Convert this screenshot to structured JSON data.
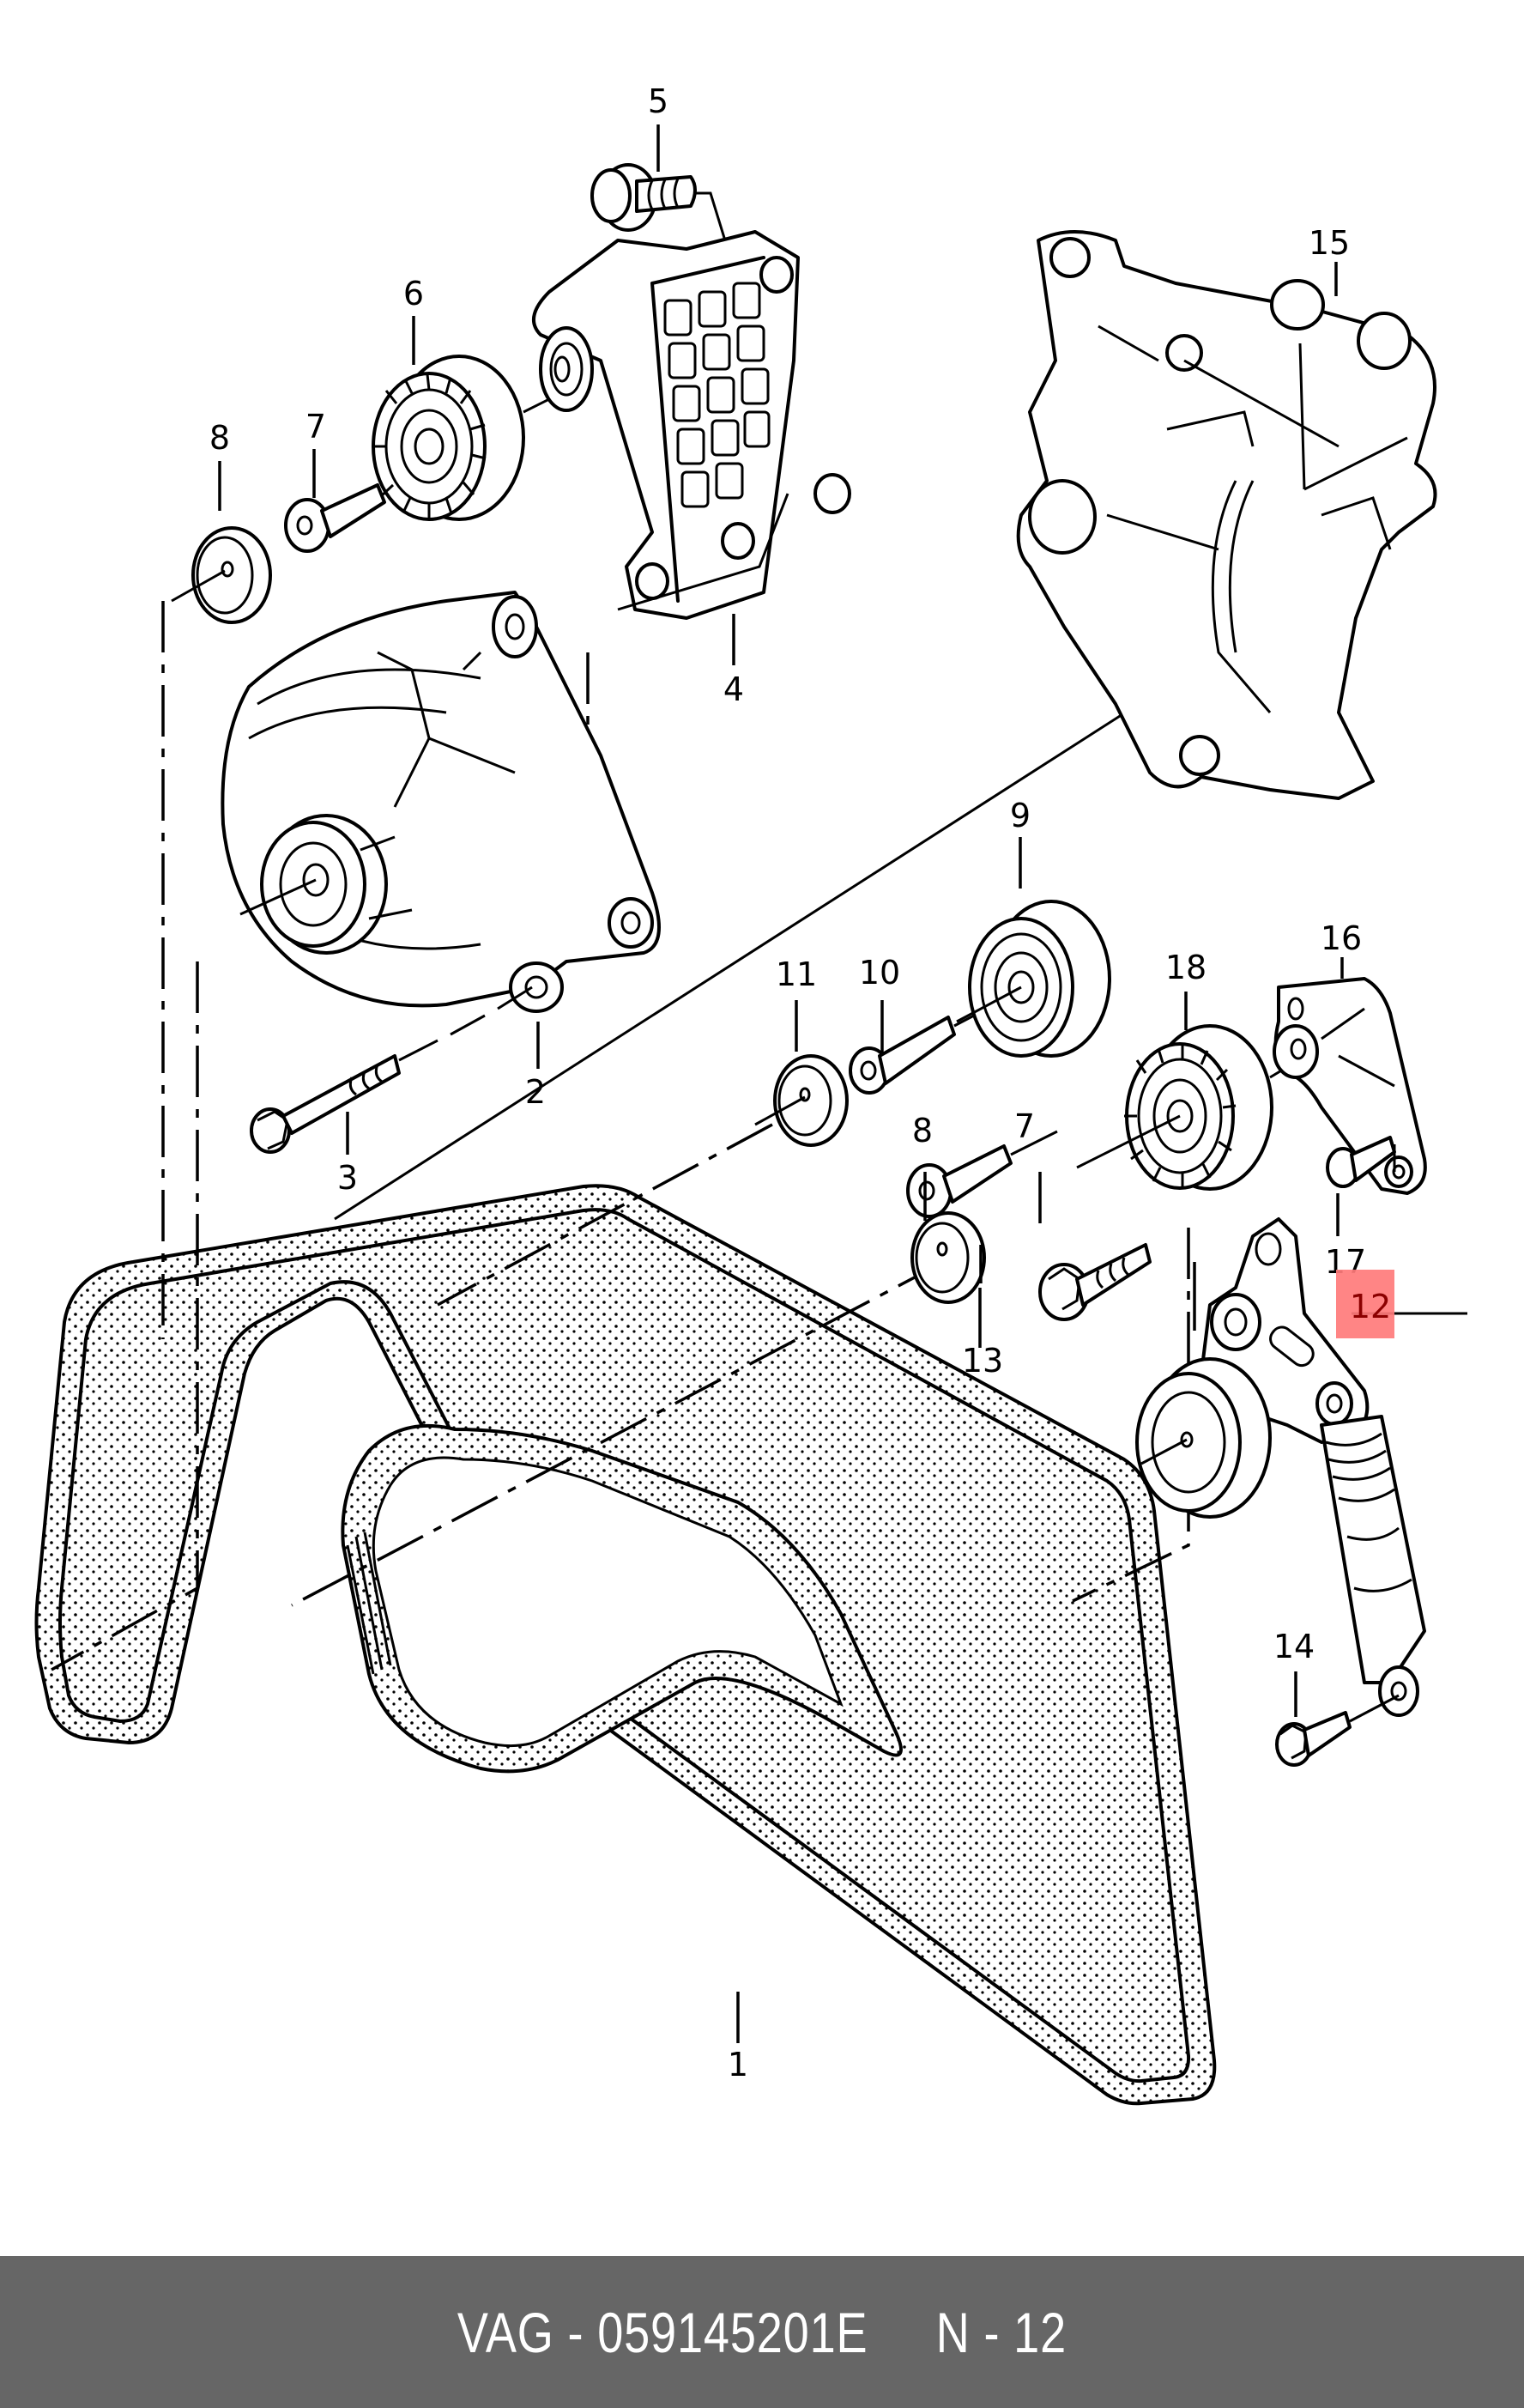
{
  "diagram": {
    "title": "Accessory belt drive exploded view",
    "highlight_color": "#ff7b7b",
    "highlighted_callout": "12",
    "callouts": [
      {
        "id": "1",
        "label": "1",
        "part": "poly-v-belt"
      },
      {
        "id": "2",
        "label": "2",
        "part": "alternator"
      },
      {
        "id": "3",
        "label": "3",
        "part": "alternator-bolt"
      },
      {
        "id": "4",
        "label": "4",
        "part": "alternator-bracket"
      },
      {
        "id": "5",
        "label": "5",
        "part": "bracket-bolt"
      },
      {
        "id": "6",
        "label": "6",
        "part": "idler-pulley"
      },
      {
        "id": "7a",
        "label": "7",
        "part": "pulley-bolt"
      },
      {
        "id": "8a",
        "label": "8",
        "part": "cover-cap"
      },
      {
        "id": "9",
        "label": "9",
        "part": "idler-pulley"
      },
      {
        "id": "10",
        "label": "10",
        "part": "pulley-bolt"
      },
      {
        "id": "11",
        "label": "11",
        "part": "cover-cap"
      },
      {
        "id": "7b",
        "label": "7",
        "part": "pulley-bolt"
      },
      {
        "id": "8b",
        "label": "8",
        "part": "cover-cap"
      },
      {
        "id": "12",
        "label": "12",
        "part": "tensioner"
      },
      {
        "id": "13",
        "label": "13",
        "part": "tensioner-bolt"
      },
      {
        "id": "14",
        "label": "14",
        "part": "damper-bolt"
      },
      {
        "id": "15",
        "label": "15",
        "part": "accessory-bracket"
      },
      {
        "id": "16",
        "label": "16",
        "part": "pulley-bracket"
      },
      {
        "id": "17",
        "label": "17",
        "part": "bracket-bolt"
      },
      {
        "id": "18",
        "label": "18",
        "part": "idler-pulley"
      }
    ]
  },
  "footer": {
    "brand": "VAG",
    "separator": " - ",
    "part_number": "059145201E",
    "ref_prefix": "N",
    "ref_number": "12",
    "text": "VAG - 059145201E     N - 12",
    "background": "#666666"
  }
}
